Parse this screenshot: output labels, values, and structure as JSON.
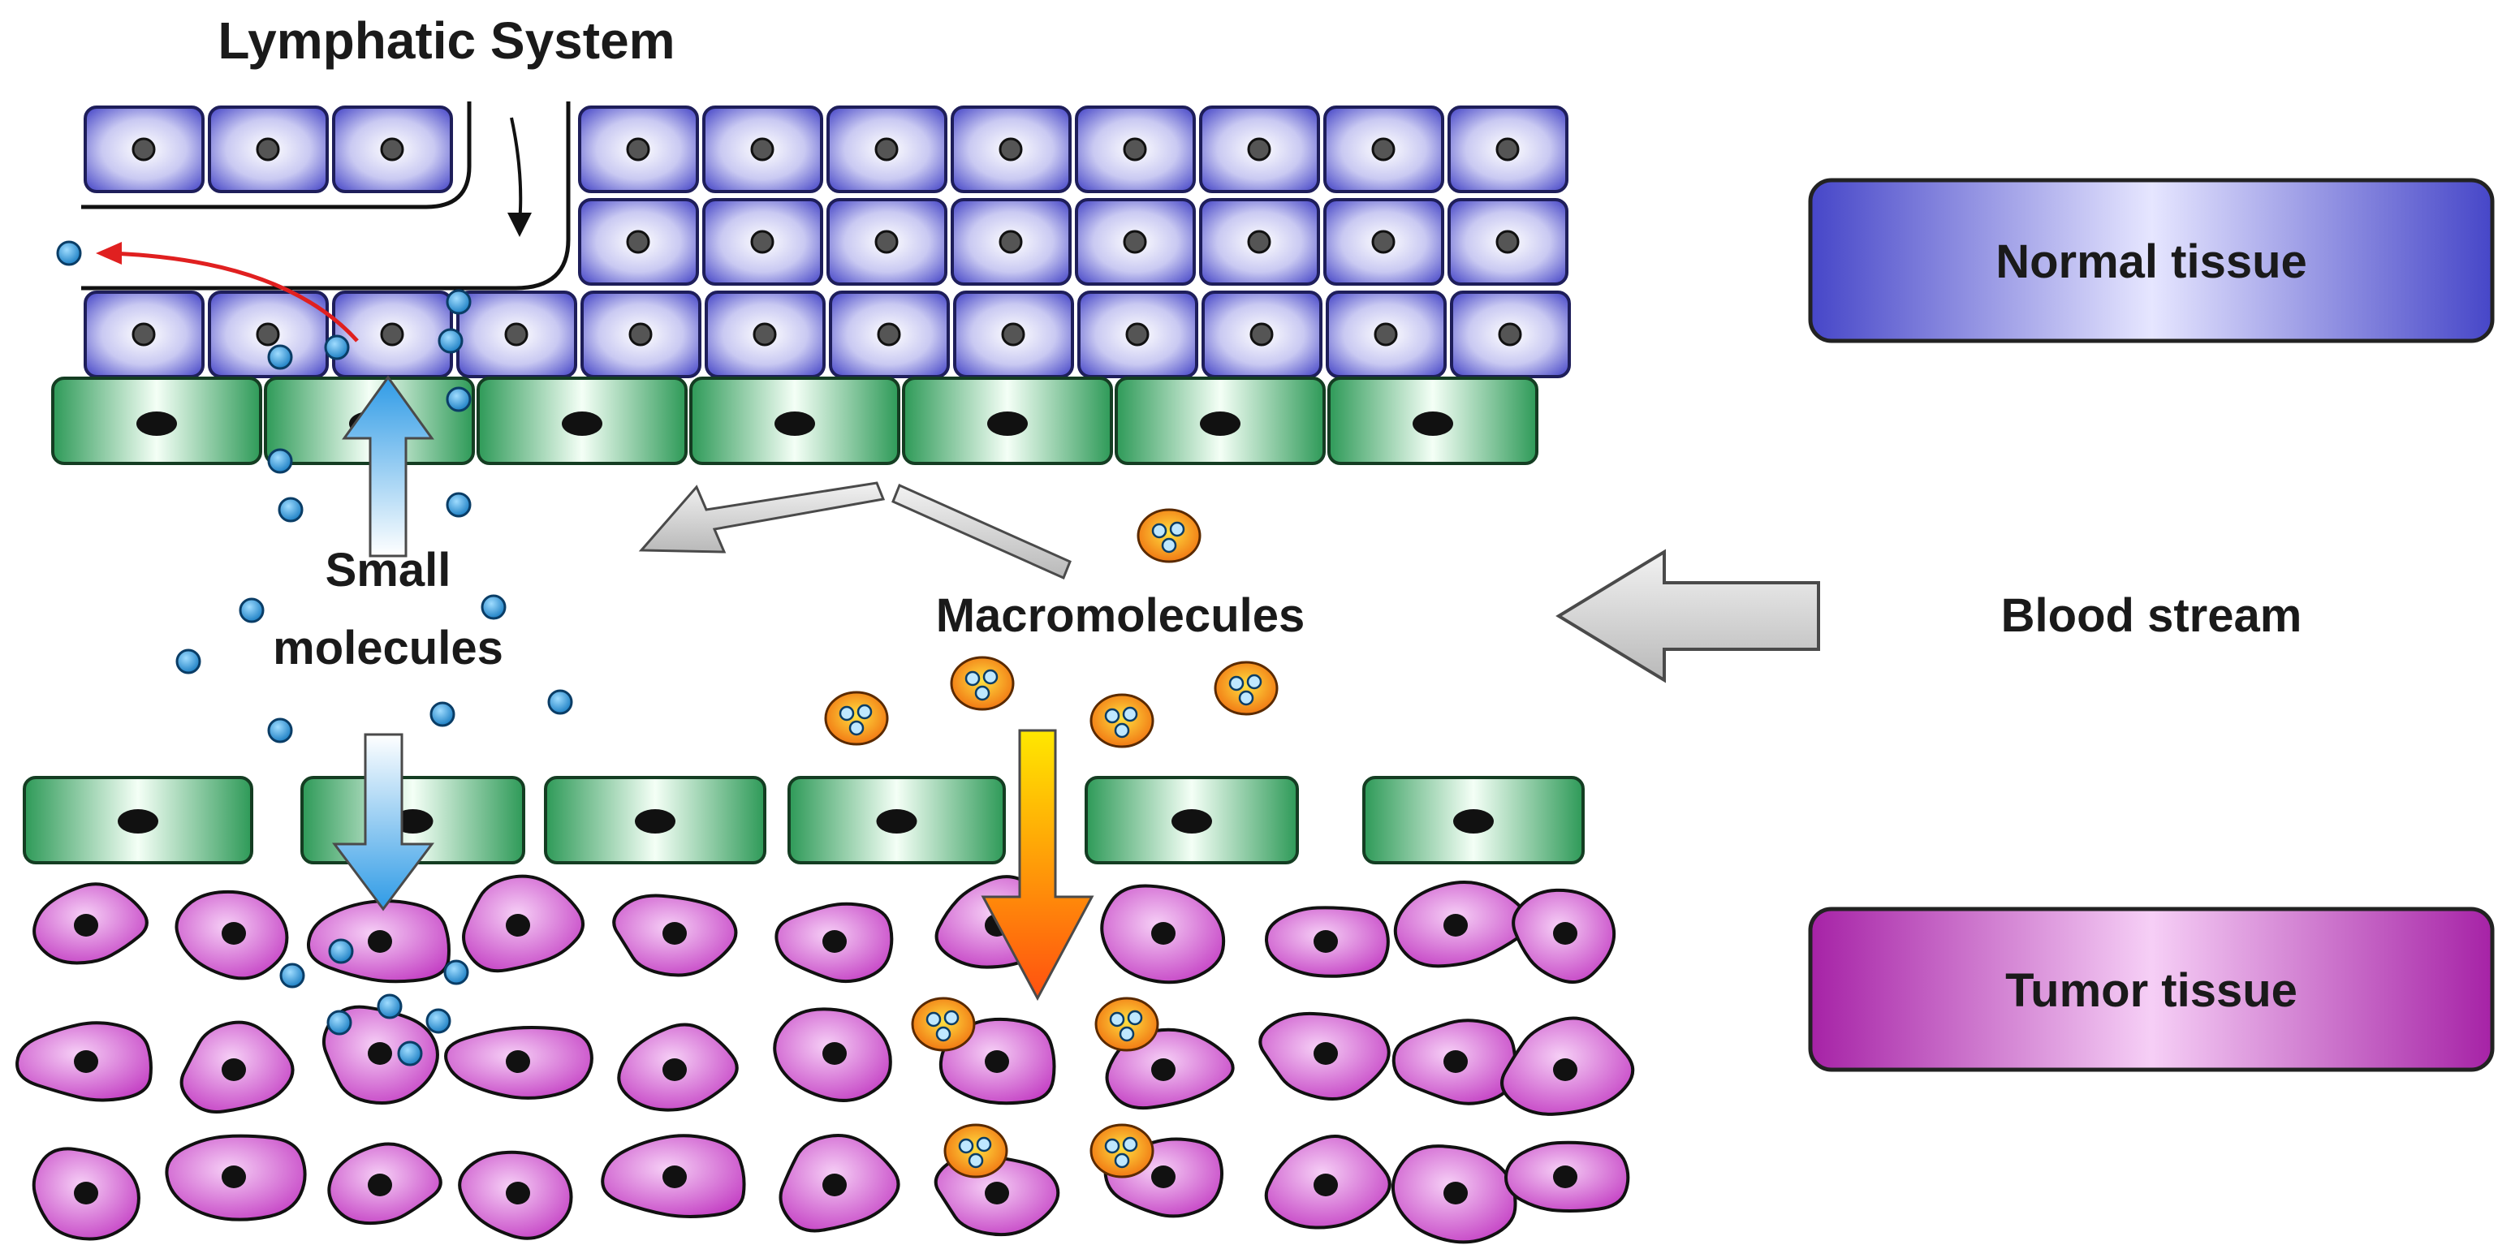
{
  "labels": {
    "lymphatic": "Lymphatic System",
    "small": "Small",
    "molecules": "molecules",
    "macro": "Macromolecules",
    "blood": "Blood stream"
  },
  "legend": {
    "normal": "Normal tissue",
    "tumor": "Tumor tissue"
  },
  "colors": {
    "normal_cell": "#6a6ad6",
    "endothelium": "#2fa060",
    "tumor_cell": "#cf3fcf",
    "small_molecule": "#1e8ed0",
    "macromolecule": "#f07a10",
    "arrow_gray": "#c8c8c8",
    "lymph_arrow": "#e02020"
  }
}
